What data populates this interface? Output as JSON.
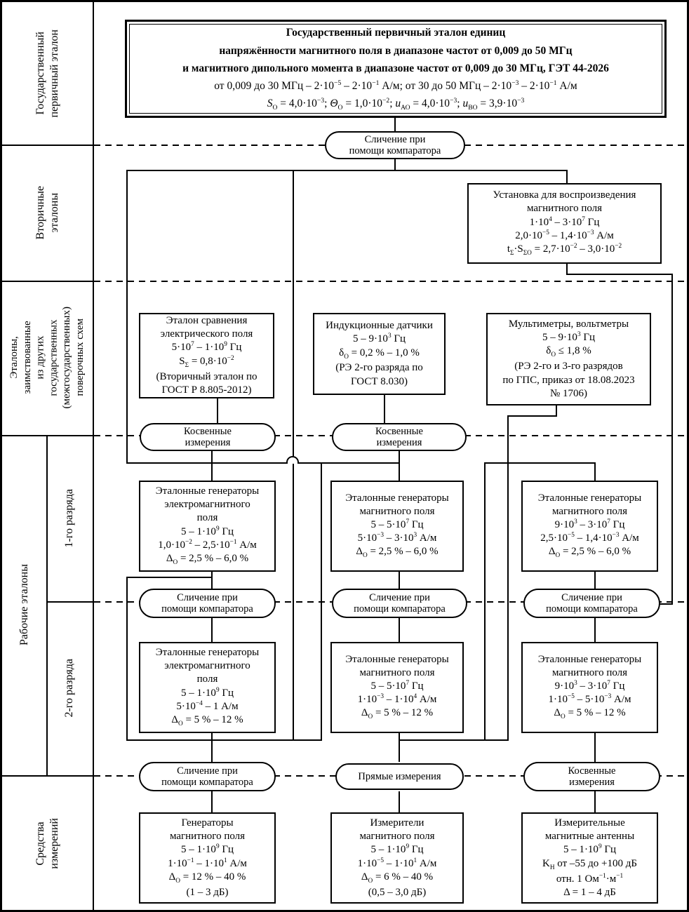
{
  "sidebar": {
    "rows": [
      {
        "label": "Государственный\nпервичный эталон"
      },
      {
        "label": "Вторичные\nэталоны"
      },
      {
        "label": "Эталоны,\nзаимствованные\nиз других\nгосударственных\n(межгосударственных)\nповерочных схем"
      },
      {
        "label": "Рабочие эталоны",
        "sub_rows": [
          "1-го разряда",
          "2-го разряда"
        ]
      },
      {
        "label": "Средства\nизмерений"
      }
    ]
  },
  "connector_labels": {
    "comparator": "Сличение при\nпомощи компаратора",
    "indirect": "Косвенные\nизмерения",
    "direct": "Прямые измерения"
  },
  "nodes": {
    "primary_standard": {
      "lines": [
        "<b>Государственный первичный эталон единиц</b>",
        "<b>напряжённости магнитного поля в диапазоне частот от 0,009 до 50 МГц</b>",
        "<b>и магнитного дипольного момента в диапазоне частот от 0,009 до 30 МГц, ГЭТ 44-2026</b>",
        "от 0,009 до 30 МГц – 2·10<sup>−5</sup> – 2·10<sup>−1</sup> А/м; от 30 до 50 МГц – 2·10<sup>−3</sup> – 2·10<sup>−1</sup> А/м",
        "<i>S</i><sub>О</sub> = 4,0·10<sup>−3</sup>; <i>Θ</i><sub>О</sub> = 1,0·10<sup>−2</sup>; <i>u</i><sub>АО</sub> = 4,0·10<sup>−3</sup>; <i>u</i><sub>ВО</sub> = 3,9·10<sup>−3</sup>"
      ]
    },
    "reproduction_setup": {
      "lines": [
        "Установка для воспроизведения",
        "магнитного поля",
        "1·10<sup>4</sup> – 3·10<sup>7</sup> Гц",
        "2,0·10<sup>−5</sup> – 1,4·10<sup>−3</sup> А/м",
        "t<sub>Σ</sub>·S<sub>ΣО</sub> = 2,7·10<sup>−2</sup> – 3,0·10<sup>−2</sup>"
      ]
    },
    "efield_comparison_standard": {
      "lines": [
        "Эталон сравнения",
        "электрического поля",
        "5·10<sup>7</sup> – 1·10<sup>9</sup> Гц",
        "S<sub>Σ</sub> = 0,8·10<sup>−2</sup>",
        "(Вторичный эталон по",
        "ГОСТ Р 8.805-2012)"
      ]
    },
    "induction_sensors": {
      "lines": [
        "Индукционные датчики",
        "5 – 9·10<sup>3</sup> Гц",
        "δ<sub>О</sub> = 0,2 % – 1,0 %",
        "(РЭ 2-го разряда по",
        "ГОСТ 8.030)"
      ]
    },
    "multimeters_voltmeters": {
      "lines": [
        "Мультиметры, вольтметры",
        "5 – 9·10<sup>3</sup> Гц",
        "δ<sub>О</sub> ≤ 1,8 %",
        "(РЭ 2-го и 3-го разрядов",
        "по ГПС, приказ от 18.08.2023",
        "№ 1706)"
      ]
    },
    "rank1_em_generators": {
      "lines": [
        "Эталонные генераторы",
        "электромагнитного",
        "поля",
        "5 – 1·10<sup>9</sup> Гц",
        "1,0·10<sup>−2</sup> – 2,5·10<sup>−1</sup> А/м",
        "Δ<sub>О</sub> = 2,5 % – 6,0 %"
      ]
    },
    "rank1_mag_generators_mid": {
      "lines": [
        "Эталонные генераторы",
        "магнитного поля",
        "5 – 5·10<sup>7</sup> Гц",
        "5·10<sup>−3</sup> – 3·10<sup>3</sup> А/м",
        "Δ<sub>О</sub> = 2,5 % – 6,0 %"
      ]
    },
    "rank1_mag_generators_right": {
      "lines": [
        "Эталонные генераторы",
        "магнитного поля",
        "9·10<sup>3</sup> – 3·10<sup>7</sup> Гц",
        "2,5·10<sup>−5</sup> – 1,4·10<sup>−3</sup> А/м",
        "Δ<sub>О</sub> = 2,5 % – 6,0 %"
      ]
    },
    "rank2_em_generators": {
      "lines": [
        "Эталонные генераторы",
        "электромагнитного",
        "поля",
        "5 – 1·10<sup>9</sup> Гц",
        "5·10<sup>−4</sup> – 1 А/м",
        "Δ<sub>О</sub> = 5 % – 12 %"
      ]
    },
    "rank2_mag_generators_mid": {
      "lines": [
        "Эталонные генераторы",
        "магнитного поля",
        "5 – 5·10<sup>7</sup> Гц",
        "1·10<sup>−3</sup> – 1·10<sup>4</sup> А/м",
        "Δ<sub>О</sub> = 5 % – 12 %"
      ]
    },
    "rank2_mag_generators_right": {
      "lines": [
        "Эталонные генераторы",
        "магнитного поля",
        "9·10<sup>3</sup> – 3·10<sup>7</sup> Гц",
        "1·10<sup>−5</sup> – 5·10<sup>−3</sup> А/м",
        "Δ<sub>О</sub> = 5 % – 12 %"
      ]
    },
    "si_generators": {
      "lines": [
        "Генераторы",
        "магнитного поля",
        "5 – 1·10<sup>9</sup> Гц",
        "1·10<sup>−1</sup> – 1·10<sup>1</sup> А/м",
        "Δ<sub>О</sub> = 12 % – 40 %",
        "(1 – 3 дБ)"
      ]
    },
    "si_meters": {
      "lines": [
        "Измерители",
        "магнитного поля",
        "5 – 1·10<sup>9</sup> Гц",
        "1·10<sup>−5</sup> – 1·10<sup>1</sup> А/м",
        "Δ<sub>О</sub> = 6 % – 40 %",
        "(0,5 – 3,0 дБ)"
      ]
    },
    "si_antennas": {
      "lines": [
        "Измерительные",
        "магнитные антенны",
        "5 – 1·10<sup>9</sup> Гц",
        "K<sub>Н</sub> от –55 до +100 дБ",
        "отн. 1 Ом<sup>−1</sup>·м<sup>−1</sup>",
        "Δ = 1 – 4 дБ"
      ]
    }
  }
}
